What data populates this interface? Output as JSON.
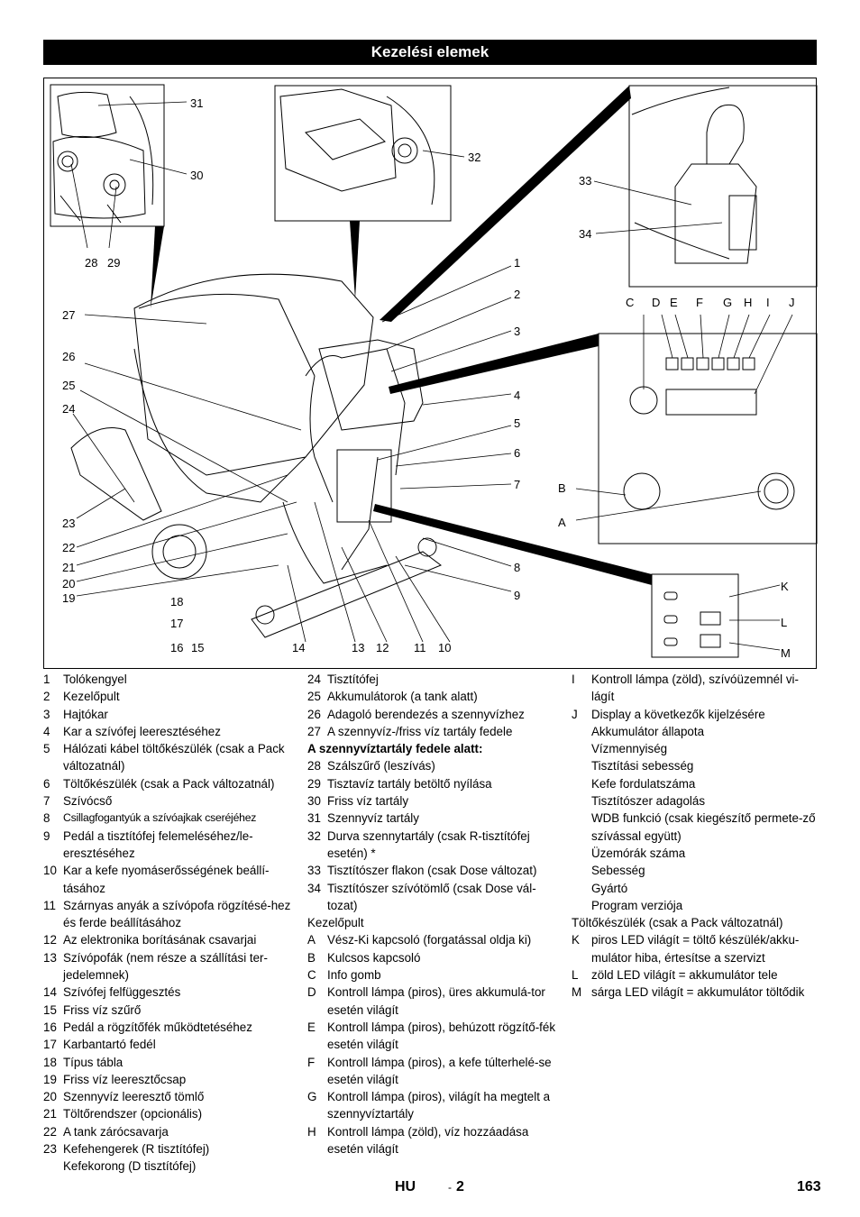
{
  "header": {
    "title": "Kezelési elemek"
  },
  "figure": {
    "callouts": {
      "c31": "31",
      "c30": "30",
      "c28": "28",
      "c29": "29",
      "c32": "32",
      "c33": "33",
      "c34": "34",
      "c1": "1",
      "c2": "2",
      "c3": "3",
      "c4": "4",
      "c5": "5",
      "c6": "6",
      "c7": "7",
      "c8": "8",
      "c9": "9",
      "c27": "27",
      "c26": "26",
      "c25": "25",
      "c24": "24",
      "c23": "23",
      "c22": "22",
      "c21": "21",
      "c20": "20",
      "c19": "19",
      "c18": "18",
      "c17": "17",
      "c16": "16",
      "c15": "15",
      "c14": "14",
      "c13": "13",
      "c12": "12",
      "c11": "11",
      "c10": "10",
      "cC": "C",
      "cD": "D",
      "cE": "E",
      "cF": "F",
      "cG": "G",
      "cH": "H",
      "cI": "I",
      "cJ": "J",
      "cB": "B",
      "cA": "A",
      "cK": "K",
      "cL": "L",
      "cM": "M"
    }
  },
  "col1": [
    {
      "n": "1",
      "t": "Tolókengyel"
    },
    {
      "n": "2",
      "t": "Kezelőpult"
    },
    {
      "n": "3",
      "t": "Hajtókar"
    },
    {
      "n": "4",
      "t": "Kar a szívófej leeresztéséhez"
    },
    {
      "n": "5",
      "t": "Hálózati kábel töltőkészülék (csak a Pack változatnál)"
    },
    {
      "n": "6",
      "t": "Töltőkészülék (csak a Pack változatnál)"
    },
    {
      "n": "7",
      "t": "Szívócső"
    },
    {
      "n": "8",
      "t": "Csillagfogantyúk a szívóajkak cseréjéhez"
    },
    {
      "n": "9",
      "t": "Pedál a tisztítófej felemeléséhez/le-eresztéséhez"
    },
    {
      "n": "10",
      "t": "Kar a kefe nyomáserősségének beállí-tásához"
    },
    {
      "n": "11",
      "t": "Szárnyas anyák a szívópofa rögzítésé-hez és ferde beállításához"
    },
    {
      "n": "12",
      "t": "Az elektronika borításának csavarjai"
    },
    {
      "n": "13",
      "t": "Szívópofák (nem része a szállítási ter-jedelemnek)"
    },
    {
      "n": "14",
      "t": "Szívófej felfüggesztés"
    },
    {
      "n": "15",
      "t": "Friss víz szűrő"
    },
    {
      "n": "16",
      "t": "Pedál a rögzítőfék működtetéséhez"
    },
    {
      "n": "17",
      "t": "Karbantartó fedél"
    },
    {
      "n": "18",
      "t": "Típus tábla"
    },
    {
      "n": "19",
      "t": "Friss víz leeresztőcsap"
    },
    {
      "n": "20",
      "t": "Szennyvíz leeresztő tömlő"
    },
    {
      "n": "21",
      "t": "Töltőrendszer (opcionális)"
    },
    {
      "n": "22",
      "t": "A tank zárócsavarja"
    },
    {
      "n": "23",
      "t": "Kefehengerek (R tisztítófej)"
    },
    {
      "n": "",
      "t": "Kefekorong (D tisztítófej)"
    }
  ],
  "col2": [
    {
      "n": "24",
      "t": "Tisztítófej"
    },
    {
      "n": "25",
      "t": "Akkumulátorok (a tank alatt)"
    },
    {
      "n": "26",
      "t": "Adagoló berendezés a szennyvízhez"
    },
    {
      "n": "27",
      "t": "A szennyvíz-/friss víz tartály fedele"
    },
    {
      "heading": "A szennyvíztartály fedele alatt:"
    },
    {
      "n": "28",
      "t": "Szálszűrő (leszívás)"
    },
    {
      "n": "29",
      "t": "Tisztavíz tartály betöltő nyílása"
    },
    {
      "n": "30",
      "t": "Friss víz tartály"
    },
    {
      "n": "31",
      "t": "Szennyvíz tartály"
    },
    {
      "n": "32",
      "t": "Durva szennytartály (csak R-tisztítófej esetén) *"
    },
    {
      "n": "33",
      "t": "Tisztítószer flakon (csak Dose változat)"
    },
    {
      "n": "34",
      "t": "Tisztítószer szívótömlő (csak Dose vál-tozat)"
    },
    {
      "plain": "Kezelőpult"
    },
    {
      "n": "A",
      "t": "Vész-Ki kapcsoló (forgatással oldja ki)"
    },
    {
      "n": "B",
      "t": "Kulcsos kapcsoló"
    },
    {
      "n": "C",
      "t": "Info gomb"
    },
    {
      "n": "D",
      "t": "Kontroll lámpa (piros), üres akkumulá-tor esetén világít"
    },
    {
      "n": "E",
      "t": "Kontroll lámpa (piros), behúzott rögzítő-fék esetén világít"
    },
    {
      "n": "F",
      "t": "Kontroll lámpa (piros), a kefe túlterhelé-se esetén világít"
    },
    {
      "n": "G",
      "t": "Kontroll lámpa (piros), világít ha megtelt a szennyvíztartály"
    },
    {
      "n": "H",
      "t": "Kontroll lámpa (zöld), víz hozzáadása esetén világít"
    }
  ],
  "col3": [
    {
      "n": "I",
      "t": "Kontroll lámpa (zöld), szívóüzemnél vi-lágít"
    },
    {
      "n": "J",
      "t": "Display a következők kijelzésére"
    },
    {
      "n": "",
      "t": "Akkumulátor állapota"
    },
    {
      "n": "",
      "t": "Vízmennyiség"
    },
    {
      "n": "",
      "t": "Tisztítási sebesség"
    },
    {
      "n": "",
      "t": "Kefe fordulatszáma"
    },
    {
      "n": "",
      "t": "Tisztítószer adagolás"
    },
    {
      "n": "",
      "t": "WDB funkció (csak kiegészítő permete-ző szívással együtt)"
    },
    {
      "n": "",
      "t": "Üzemórák száma"
    },
    {
      "n": "",
      "t": "Sebesség"
    },
    {
      "n": "",
      "t": "Gyártó"
    },
    {
      "n": "",
      "t": "Program verziója"
    },
    {
      "plain": "Töltőkészülék (csak a Pack változatnál)"
    },
    {
      "n": "K",
      "t": "piros LED világít = töltő készülék/akku-mulátor hiba, értesítse a szervizt"
    },
    {
      "n": "L",
      "t": "zöld LED világít = akkumulátor tele"
    },
    {
      "n": "M",
      "t": "sárga LED világít = akkumulátor töltődik"
    }
  ],
  "footer": {
    "lang": "HU",
    "sep": "-",
    "num": "2",
    "page": "163"
  }
}
